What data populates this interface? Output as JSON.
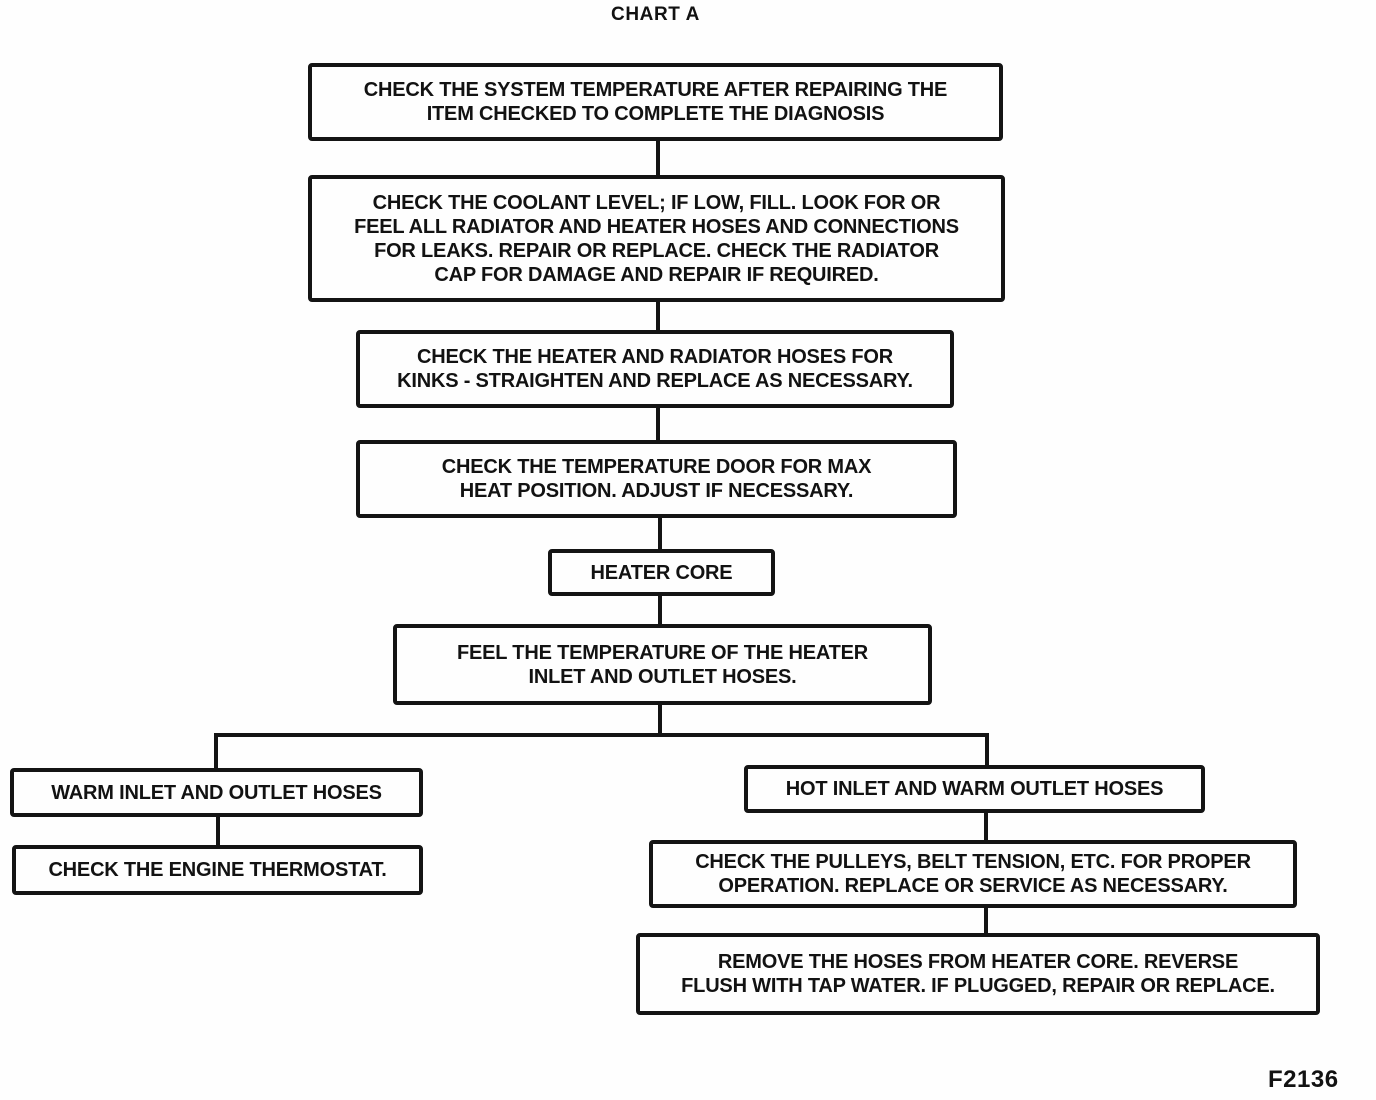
{
  "title": "CHART A",
  "figure_code": "F2136",
  "colors": {
    "ink": "#141414",
    "paper": "#fefefe"
  },
  "flowchart": {
    "main": [
      {
        "id": "check-system-temperature",
        "lines": [
          "CHECK THE SYSTEM TEMPERATURE AFTER REPAIRING THE",
          "ITEM CHECKED TO COMPLETE THE DIAGNOSIS"
        ]
      },
      {
        "id": "check-coolant-level",
        "lines": [
          "CHECK THE COOLANT LEVEL; IF LOW, FILL. LOOK FOR OR",
          "FEEL ALL RADIATOR AND HEATER HOSES AND CONNECTIONS",
          "FOR LEAKS. REPAIR OR REPLACE. CHECK THE RADIATOR",
          "CAP FOR DAMAGE AND REPAIR IF REQUIRED."
        ]
      },
      {
        "id": "check-hoses-for-kinks",
        "lines": [
          "CHECK THE HEATER AND RADIATOR HOSES FOR",
          "KINKS - STRAIGHTEN AND REPLACE AS NECESSARY."
        ]
      },
      {
        "id": "check-temperature-door",
        "lines": [
          "CHECK THE TEMPERATURE DOOR FOR MAX",
          "HEAT POSITION. ADJUST IF NECESSARY."
        ]
      },
      {
        "id": "heater-core",
        "lines": [
          "HEATER CORE"
        ]
      },
      {
        "id": "feel-hose-temperature",
        "lines": [
          "FEEL THE TEMPERATURE OF THE HEATER",
          "INLET AND OUTLET HOSES."
        ]
      }
    ],
    "left_branch": [
      {
        "id": "warm-inlet-and-outlet-hoses",
        "lines": [
          "WARM INLET AND OUTLET HOSES"
        ]
      },
      {
        "id": "check-engine-thermostat",
        "lines": [
          "CHECK THE ENGINE THERMOSTAT."
        ]
      }
    ],
    "right_branch": [
      {
        "id": "hot-inlet-and-warm-outlet-hoses",
        "lines": [
          "HOT INLET AND WARM OUTLET HOSES"
        ]
      },
      {
        "id": "check-pulleys-belt-tension",
        "lines": [
          "CHECK THE PULLEYS, BELT TENSION, ETC. FOR PROPER",
          "OPERATION. REPLACE OR SERVICE AS NECESSARY."
        ]
      },
      {
        "id": "reverse-flush-heater-core",
        "lines": [
          "REMOVE THE HOSES FROM HEATER CORE. REVERSE",
          "FLUSH WITH TAP WATER. IF PLUGGED, REPAIR OR REPLACE."
        ]
      }
    ]
  }
}
